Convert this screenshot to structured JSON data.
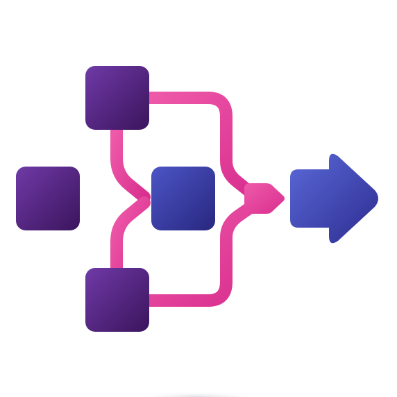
{
  "icon": {
    "name": "workflow-merge-icon",
    "nodes": [
      {
        "id": "source-top",
        "role": "source"
      },
      {
        "id": "source-left",
        "role": "source"
      },
      {
        "id": "source-bottom",
        "role": "source"
      },
      {
        "id": "process-center",
        "role": "process"
      },
      {
        "id": "output-arrow",
        "role": "output"
      }
    ]
  },
  "colors": {
    "source_gradient_start": "#6f3aa7",
    "source_gradient_end": "#3b145c",
    "process_gradient_start": "#4c55c6",
    "process_gradient_end": "#28277f",
    "connector_start": "#ee5aa9",
    "connector_end": "#d92f8f",
    "output_gradient_start": "#5a69d8",
    "output_gradient_end": "#2d2c8f"
  }
}
